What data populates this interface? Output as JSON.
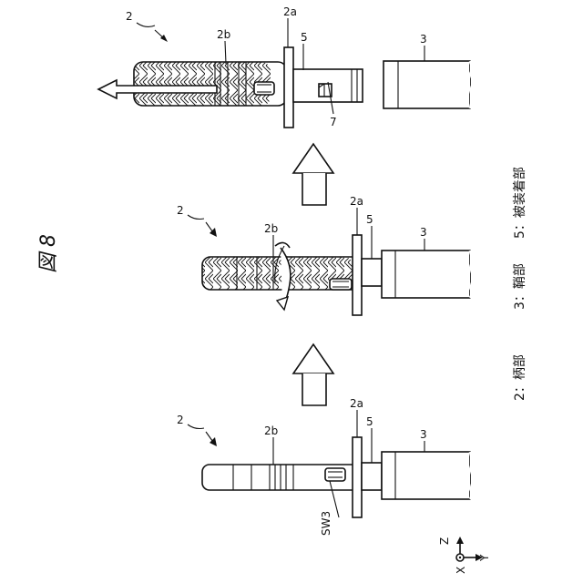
{
  "figure": {
    "title": "図 8",
    "legend": {
      "item_2": "2：柄部",
      "item_3": "3：鞘部",
      "item_5": "5：被装着部"
    },
    "axes": {
      "z": "Z",
      "y": "Y",
      "x": "X"
    },
    "top_stage": {
      "ref_2": "2",
      "ref_2b": "2b",
      "ref_2a": "2a",
      "ref_5": "5",
      "ref_3": "3",
      "ref_7": "7"
    },
    "middle_stage": {
      "ref_2": "2",
      "ref_2b": "2b",
      "ref_2a": "2a",
      "ref_5": "5",
      "ref_3": "3"
    },
    "bottom_stage": {
      "ref_2": "2",
      "ref_2b": "2b",
      "ref_2a": "2a",
      "ref_5": "5",
      "ref_3": "3",
      "ref_sw3": "SW3"
    }
  }
}
